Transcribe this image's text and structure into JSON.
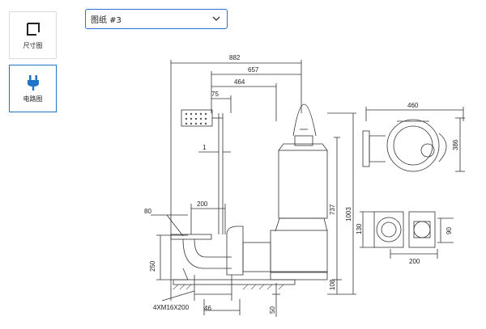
{
  "sidebar": {
    "items": [
      {
        "label": "尺寸图",
        "icon": "dimension-icon",
        "active": false
      },
      {
        "label": "电路图",
        "icon": "plug-icon",
        "active": true
      }
    ]
  },
  "drawing_select": {
    "value": "图纸 #3",
    "icon": "chevron-down-icon"
  },
  "drawing": {
    "dims": {
      "d882": "882",
      "d657": "657",
      "d464": "464",
      "d75": "75",
      "d1": "1",
      "d200_top": "200",
      "d80": "80",
      "d250": "250",
      "d46": "46",
      "d50": "50",
      "d108": "108",
      "d737": "737",
      "d1003": "1003",
      "d460": "460",
      "d386": "386",
      "d130": "130",
      "d90": "90",
      "d200_bottom": "200"
    },
    "bolt_label": "4XM16X200"
  },
  "colors": {
    "accent": "#1f74c8",
    "line": "#333333"
  }
}
